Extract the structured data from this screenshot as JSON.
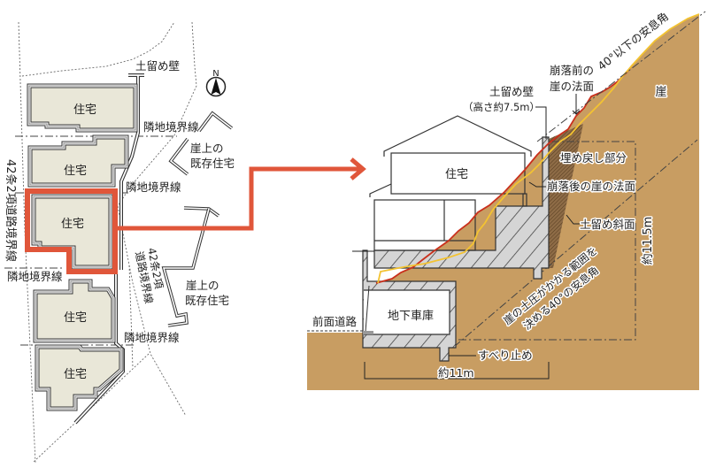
{
  "plan": {
    "houses": [
      {
        "label": "住宅",
        "highlighted": false
      },
      {
        "label": "住宅",
        "highlighted": false
      },
      {
        "label": "住宅",
        "highlighted": true
      },
      {
        "label": "住宅",
        "highlighted": false
      },
      {
        "label": "住宅",
        "highlighted": false
      }
    ],
    "retaining_wall": "土留め壁",
    "north": "N",
    "neighbor_boundaries": [
      "隣地境界線",
      "隣地境界線",
      "隣地境界線",
      "隣地境界線"
    ],
    "existing_houses_on_cliff": [
      {
        "line1": "崖上の",
        "line2": "既存住宅"
      },
      {
        "line1": "崖上の",
        "line2": "既存住宅"
      }
    ],
    "road_boundary_left": "42条2項道路境界線",
    "road_boundary_right": {
      "line1": "42条2項",
      "line2": "道路境界線"
    }
  },
  "section": {
    "house": "住宅",
    "underground_garage": "地下車庫",
    "cliff": "崖",
    "repose_angle_upper": "40°以下の安息角",
    "slope_before_collapse": {
      "line1": "崩落前の",
      "line2": "崖の法面"
    },
    "retaining_wall": {
      "line1": "土留め壁",
      "line2": "（高さ約7.5m）"
    },
    "backfill": "埋め戻し部分",
    "slope_after_collapse": "崩落後の崖の法面",
    "retaining_slope": "土留め斜面",
    "earth_pressure_angle": {
      "line1": "崖の土圧がかかる範囲を",
      "line2": "決める40°の安息角"
    },
    "front_road": "前面道路",
    "anti_slip": "すべり止め",
    "width": "約11m",
    "height": "約11.5m"
  },
  "colors": {
    "highlight": "#E0563A",
    "soil": "#C89D62",
    "backfill": "#8E6C47",
    "concrete": "#D5D5D5",
    "house_fill": "#E9E7D8",
    "slope_before_line": "#C9301C",
    "slope_after_line": "#F3C332"
  }
}
